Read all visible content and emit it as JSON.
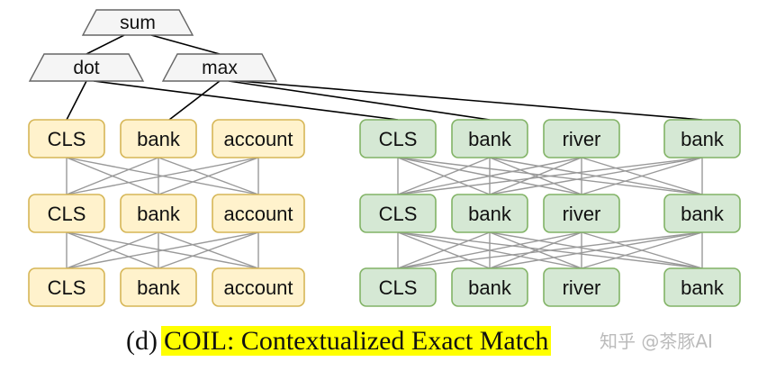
{
  "ops": {
    "sum": "sum",
    "dot": "dot",
    "max": "max"
  },
  "query_tokens": [
    "CLS",
    "bank",
    "account"
  ],
  "doc_tokens": [
    "CLS",
    "bank",
    "river",
    "bank"
  ],
  "caption": {
    "prefix": "(d)",
    "title": "COIL: Contextualized Exact Match"
  },
  "watermark": "知乎 @茶豚AI",
  "colors": {
    "query_fill": "#fff2cc",
    "query_stroke": "#d6b656",
    "doc_fill": "#d5e8d4",
    "doc_stroke": "#82b366",
    "op_fill": "#f5f5f5",
    "op_stroke": "#666666",
    "edge": "#999999",
    "highlight": "#ffff00"
  }
}
